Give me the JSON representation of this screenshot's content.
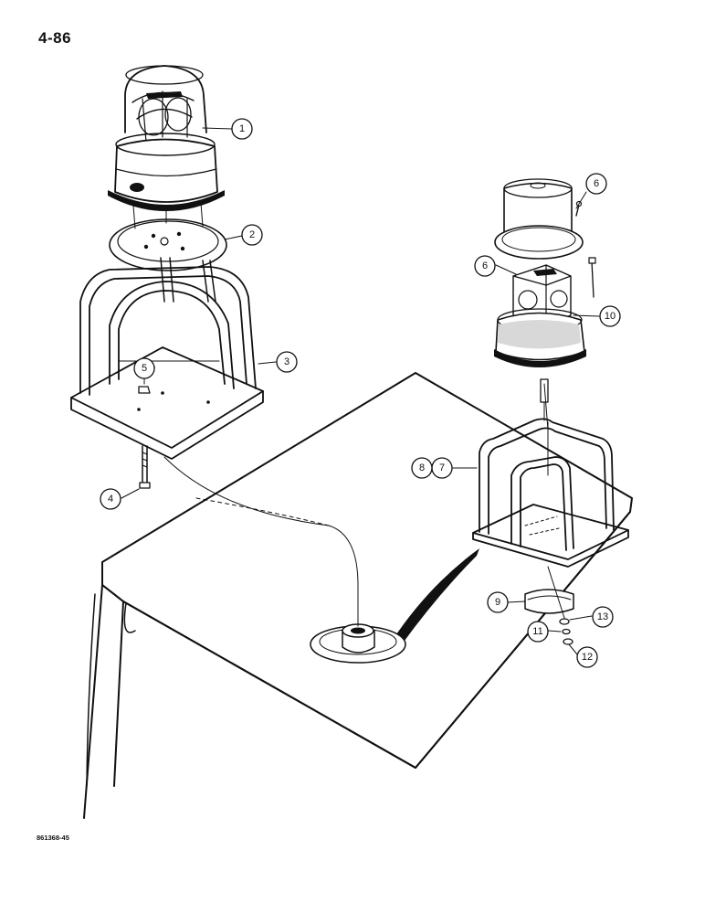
{
  "page": {
    "page_number": "4-86",
    "drawing_code": "861368-45"
  },
  "callouts": [
    "1",
    "2",
    "3",
    "4",
    "5",
    "6",
    "6",
    "7",
    "8",
    "9",
    "10",
    "11",
    "12",
    "13"
  ]
}
